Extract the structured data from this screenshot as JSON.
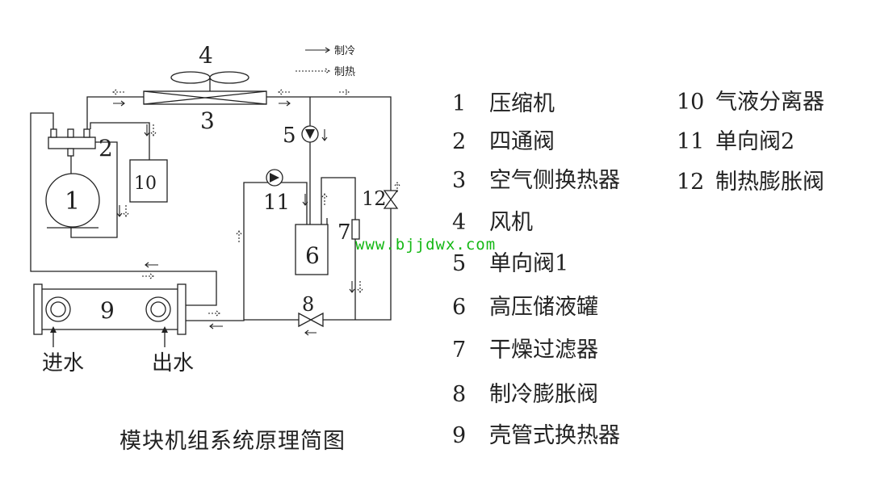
{
  "diagram": {
    "caption": "模块机组系统原理简图",
    "watermark": "www.bjjdwx.com",
    "flow_legend": {
      "cooling": "制冷",
      "heating": "制热"
    },
    "component_numbers": {
      "c1": "1",
      "c2": "2",
      "c3": "3",
      "c4": "4",
      "c5": "5",
      "c6": "6",
      "c7": "7",
      "c8": "8",
      "c9": "9",
      "c10": "10",
      "c11": "11",
      "c12": "12"
    },
    "water_labels": {
      "inlet": "进水",
      "outlet": "出水"
    }
  },
  "legend": [
    {
      "num": "1",
      "label": "压缩机"
    },
    {
      "num": "2",
      "label": "四通阀"
    },
    {
      "num": "3",
      "label": "空气侧换热器"
    },
    {
      "num": "4",
      "label": "风机"
    },
    {
      "num": "5",
      "label": "单向阀1"
    },
    {
      "num": "6",
      "label": "高压储液罐"
    },
    {
      "num": "7",
      "label": "干燥过滤器"
    },
    {
      "num": "8",
      "label": "制冷膨胀阀"
    },
    {
      "num": "9",
      "label": "壳管式换热器"
    },
    {
      "num": "10",
      "label": "气液分离器"
    },
    {
      "num": "11",
      "label": "单向阀2"
    },
    {
      "num": "12",
      "label": "制热膨胀阀"
    }
  ]
}
